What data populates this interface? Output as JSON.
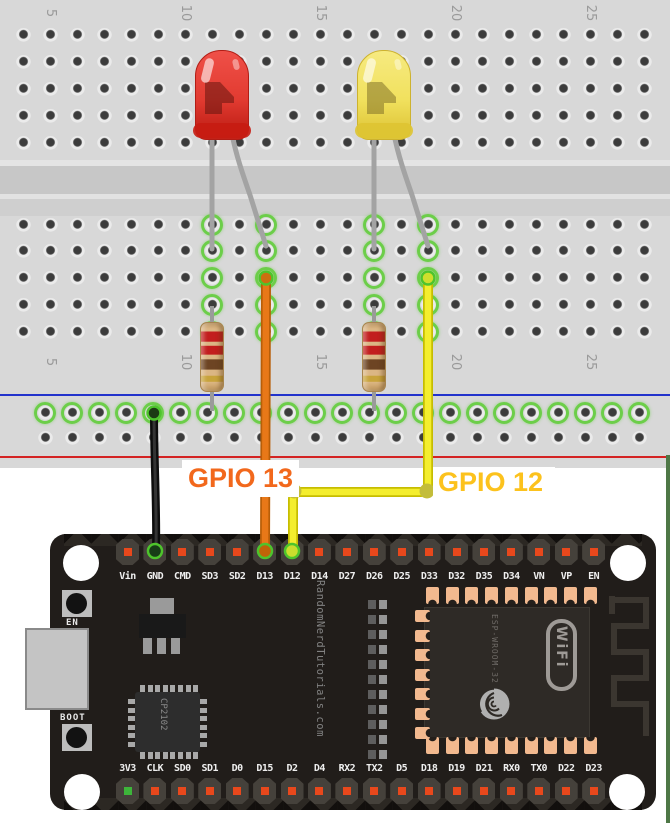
{
  "wire_labels": {
    "gpio13": "GPIO 13",
    "gpio12": "GPIO 12"
  },
  "breadboard": {
    "column_labels": [
      "5",
      "10",
      "15",
      "20",
      "25"
    ]
  },
  "esp32": {
    "top_pins": [
      "Vin",
      "GND",
      "CMD",
      "SD3",
      "SD2",
      "D13",
      "D12",
      "D14",
      "D27",
      "D26",
      "D25",
      "D33",
      "D32",
      "D35",
      "D34",
      "VN",
      "VP",
      "EN"
    ],
    "bottom_pins": [
      "3V3",
      "CLK",
      "SD0",
      "SD1",
      "D0",
      "D15",
      "D2",
      "D4",
      "RX2",
      "TX2",
      "D5",
      "D18",
      "D19",
      "D21",
      "RX0",
      "TX0",
      "D22",
      "D23"
    ],
    "en_button": "EN",
    "boot_button": "BOOT",
    "usb_chip": "CP2102",
    "module": "ESP-WROOM-32",
    "wifi_logo": "WiFi",
    "silkscreen": "RandomNerdTutorials.com"
  },
  "colors": {
    "gpio13_text": "#f2681c",
    "gpio12_text": "#fcc21d",
    "wire_orange": "#e87818",
    "wire_yellow": "#f4ee2e",
    "wire_black": "#1f1f1f",
    "connection_green": "#4ec42c",
    "board_black": "#211d1a",
    "breadboard_gray": "#d8d8d8",
    "rail_blue_line": "#2233cc",
    "rail_red_line": "#d42323",
    "side_strip_green": "#4e7746"
  }
}
